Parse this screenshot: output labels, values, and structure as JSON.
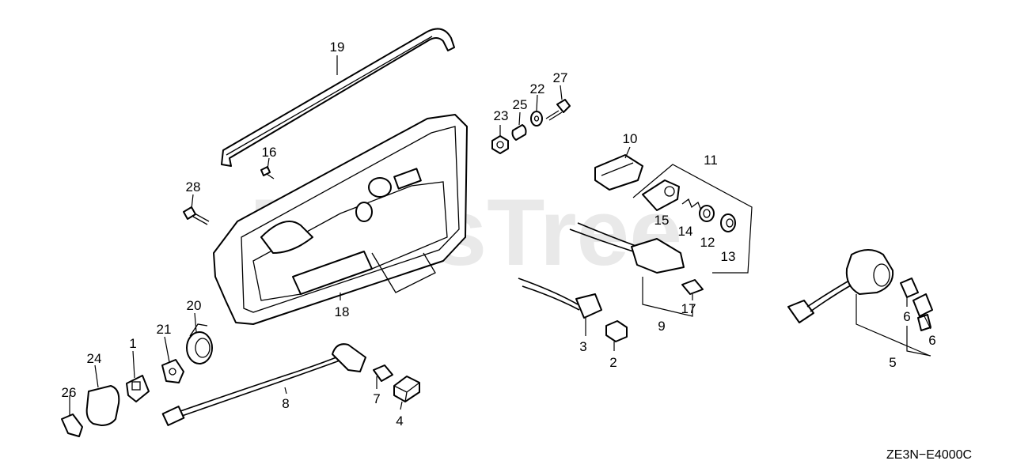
{
  "watermark": "PartsTree",
  "diagram_code": "ZE3N−E4000C",
  "callouts": {
    "c1": "1",
    "c2": "2",
    "c3": "3",
    "c4": "4",
    "c5": "5",
    "c6a": "6",
    "c6b": "6",
    "c7": "7",
    "c8": "8",
    "c9": "9",
    "c10": "10",
    "c11": "11",
    "c12": "12",
    "c13": "13",
    "c14": "14",
    "c15": "15",
    "c16": "16",
    "c17": "17",
    "c18": "18",
    "c19": "19",
    "c20": "20",
    "c21": "21",
    "c22": "22",
    "c23": "23",
    "c24": "24",
    "c25": "25",
    "c26": "26",
    "c27": "27",
    "c28": "28"
  }
}
